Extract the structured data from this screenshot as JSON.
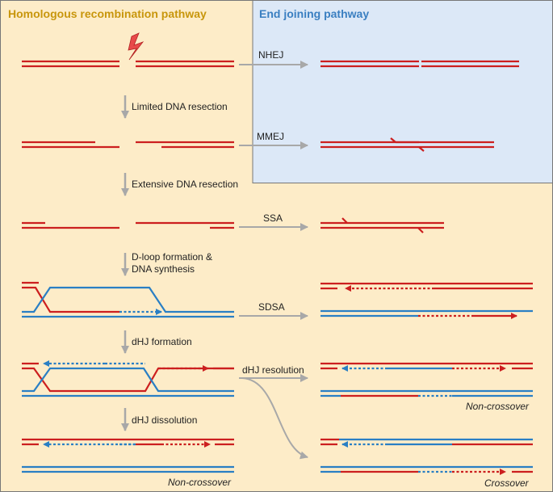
{
  "headers": {
    "hr_title": "Homologous recombination pathway",
    "ej_title": "End joining pathway"
  },
  "steps": {
    "limited": "Limited DNA resection",
    "extensive": "Extensive DNA resection",
    "dloop_1": "D-loop formation &",
    "dloop_2": "DNA synthesis",
    "dhj_formation": "dHJ formation",
    "dhj_dissolution": "dHJ dissolution"
  },
  "pathways": {
    "nhej": "NHEJ",
    "mmej": "MMEJ",
    "ssa": "SSA",
    "sdsa": "SDSA",
    "dhj_resolution": "dHJ resolution"
  },
  "outcomes": {
    "noncrossover_1": "Non-crossover",
    "noncrossover_2": "Non-crossover",
    "crossover": "Crossover"
  },
  "colors": {
    "hr_background": "#fdecc8",
    "ej_background": "#dce8f7",
    "hr_title": "#c8960c",
    "ej_title": "#3a7fc1",
    "dna_red": "#cc1f1f",
    "dna_blue": "#2a7fc4",
    "arrow_gray": "#a8a8a8",
    "break_icon": "#e84a4a"
  },
  "icons": {
    "break": "lightning-bolt-icon"
  }
}
